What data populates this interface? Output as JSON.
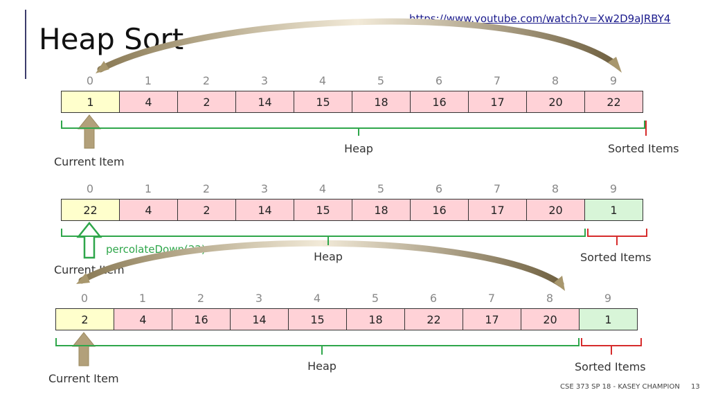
{
  "title": "Heap Sort",
  "link": "https://www.youtube.com/watch?v=Xw2D9aJRBY4",
  "footer": "CSE 373 SP 18 - KASEY CHAMPION",
  "page_number": "13",
  "colors": {
    "current": "#ffffcc",
    "heap": "#ffd2d7",
    "sorted": "#d8f5d8",
    "heap_brace": "#2ea64a",
    "sorted_brace": "#d62b2b",
    "arrow": "#b2a07a"
  },
  "rows": [
    {
      "indices": [
        "0",
        "1",
        "2",
        "3",
        "4",
        "5",
        "6",
        "7",
        "8",
        "9"
      ],
      "cells": [
        {
          "value": "1",
          "kind": "current"
        },
        {
          "value": "4",
          "kind": "heap"
        },
        {
          "value": "2",
          "kind": "heap"
        },
        {
          "value": "14",
          "kind": "heap"
        },
        {
          "value": "15",
          "kind": "heap"
        },
        {
          "value": "18",
          "kind": "heap"
        },
        {
          "value": "16",
          "kind": "heap"
        },
        {
          "value": "17",
          "kind": "heap"
        },
        {
          "value": "20",
          "kind": "heap"
        },
        {
          "value": "22",
          "kind": "heap"
        }
      ],
      "heap_label": "Heap",
      "sorted_label": "Sorted Items",
      "current_label": "Current Item"
    },
    {
      "indices": [
        "0",
        "1",
        "2",
        "3",
        "4",
        "5",
        "6",
        "7",
        "8",
        "9"
      ],
      "cells": [
        {
          "value": "22",
          "kind": "current"
        },
        {
          "value": "4",
          "kind": "heap"
        },
        {
          "value": "2",
          "kind": "heap"
        },
        {
          "value": "14",
          "kind": "heap"
        },
        {
          "value": "15",
          "kind": "heap"
        },
        {
          "value": "18",
          "kind": "heap"
        },
        {
          "value": "16",
          "kind": "heap"
        },
        {
          "value": "17",
          "kind": "heap"
        },
        {
          "value": "20",
          "kind": "heap"
        },
        {
          "value": "1",
          "kind": "sorted"
        }
      ],
      "heap_label": "Heap",
      "sorted_label": "Sorted Items",
      "current_label": "Current Item",
      "action_label": "percolateDown(22)"
    },
    {
      "indices": [
        "0",
        "1",
        "2",
        "3",
        "4",
        "5",
        "6",
        "7",
        "8",
        "9"
      ],
      "cells": [
        {
          "value": "2",
          "kind": "current"
        },
        {
          "value": "4",
          "kind": "heap"
        },
        {
          "value": "16",
          "kind": "heap"
        },
        {
          "value": "14",
          "kind": "heap"
        },
        {
          "value": "15",
          "kind": "heap"
        },
        {
          "value": "18",
          "kind": "heap"
        },
        {
          "value": "22",
          "kind": "heap"
        },
        {
          "value": "17",
          "kind": "heap"
        },
        {
          "value": "20",
          "kind": "heap"
        },
        {
          "value": "1",
          "kind": "sorted"
        }
      ],
      "heap_label": "Heap",
      "sorted_label": "Sorted Items",
      "current_label": "Current Item"
    }
  ]
}
